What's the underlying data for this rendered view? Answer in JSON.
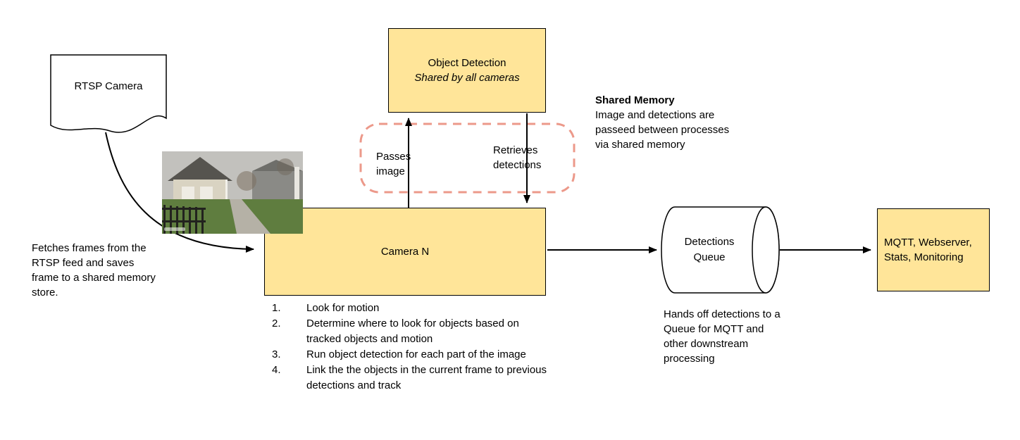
{
  "diagram": {
    "colors": {
      "node_fill": "#ffe599",
      "node_border": "#000000",
      "shared_dash": "#ec998a",
      "arrow": "#000000"
    },
    "rtsp": {
      "label": "RTSP Camera",
      "note": "Fetches frames from the RTSP feed and saves frame to a shared memory store."
    },
    "object_detection": {
      "title": "Object Detection",
      "subtitle": "Shared by all cameras"
    },
    "shared_memory": {
      "passes_label": "Passes image",
      "retrieves_label": "Retrieves detections",
      "title": "Shared Memory",
      "body": "Image and detections are passeed between processes via shared memory"
    },
    "camera": {
      "label": "Camera N",
      "steps": [
        "Look for motion",
        "Determine where to look for objects based on tracked objects and motion",
        "Run object detection for each part of the image",
        "Link the the objects in the current frame to previous detections and track"
      ]
    },
    "queue": {
      "label": "Detections Queue",
      "note": "Hands off detections to a Queue for MQTT and other downstream processing"
    },
    "output": {
      "label": "MQTT, Webserver, Stats, Monitoring"
    }
  }
}
